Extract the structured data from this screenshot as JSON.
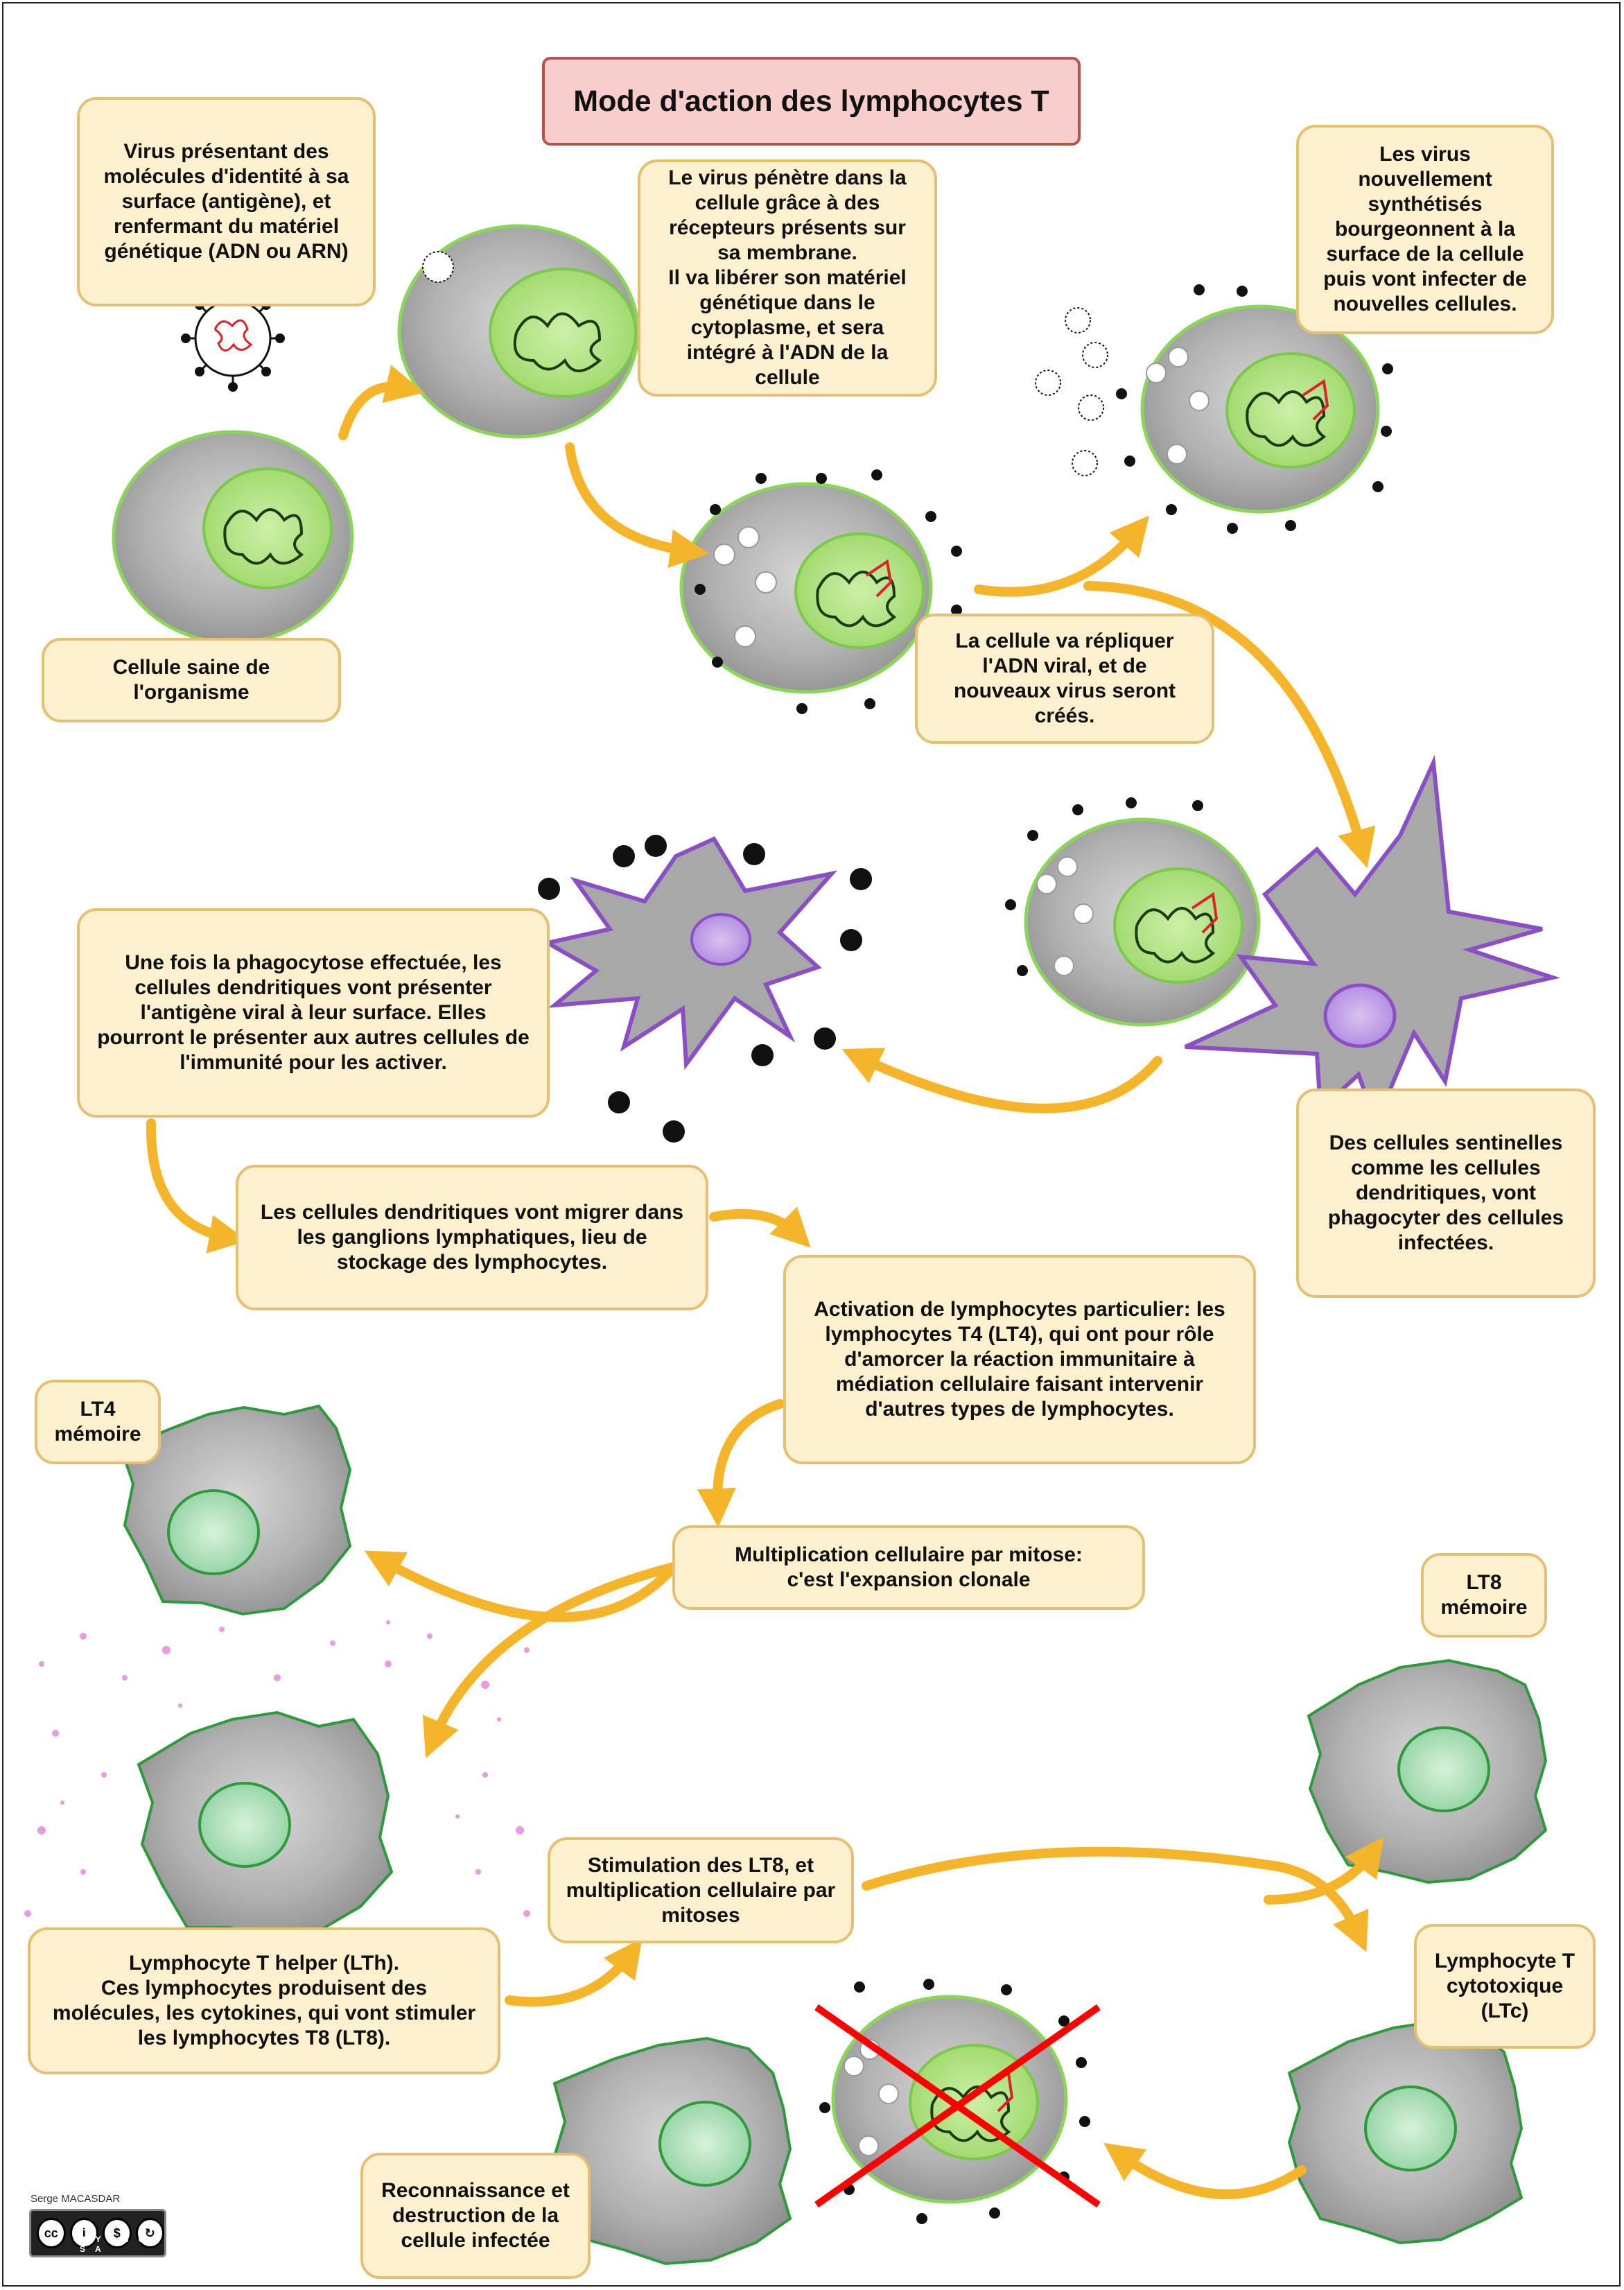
{
  "title": "Mode d'action des lymphocytes T",
  "boxes": {
    "virus": "Virus présentant des molécules d'identité à sa surface (antigène), et renfermant du matériel génétique (ADN ou ARN)",
    "healthy": "Cellule saine de l'organisme",
    "entry": "Le virus pénètre dans la cellule grâce à des récepteurs présents sur sa membrane.\nIl va libérer son matériel génétique dans le cytoplasme, et sera intégré à l'ADN de la cellule",
    "budding": "Les virus nouvellement synthétisés bourgeonnent à la surface de la cellule puis vont infecter de nouvelles cellules.",
    "replicate": "La cellule va répliquer l'ADN viral, et de nouveaux virus seront créés.",
    "presentation": "Une fois la phagocytose effectuée, les cellules dendritiques vont présenter l'antigène viral à leur surface. Elles pourront le présenter aux autres cellules de l'immunité pour les activer.",
    "sentinel": "Des cellules sentinelles comme les cellules dendritiques, vont phagocyter des cellules infectées.",
    "migration": "Les cellules dendritiques vont migrer dans les ganglions lymphatiques, lieu de stockage des lymphocytes.",
    "activation": "Activation de lymphocytes particulier: les lymphocytes T4 (LT4), qui ont pour rôle d'amorcer la réaction immunitaire à médiation cellulaire faisant intervenir d'autres types de lymphocytes.",
    "lt4_memory": "LT4\nmémoire",
    "mitosis": "Multiplication cellulaire par mitose:\nc'est l'expansion clonale",
    "lt8_memory": "LT8\nmémoire",
    "stimulation": "Stimulation des LT8, et multiplication cellulaire par mitoses",
    "lth": "Lymphocyte T helper (LTh).\nCes lymphocytes produisent des molécules, les cytokines, qui vont stimuler les lymphocytes T8 (LT8).",
    "ltc": "Lymphocyte T cytotoxique (LTc)",
    "destruction": "Reconnaissance et destruction de la cellule infectée"
  },
  "author": "Serge MACASDAR",
  "license": {
    "icons": [
      "cc",
      "by",
      "nc",
      "sa"
    ],
    "labels": "BY NC SA"
  },
  "colors": {
    "box_fill": "#fdf0cf",
    "box_border": "#e3c072",
    "title_fill": "#f8cecc",
    "title_border": "#b85450",
    "arrow": "#f5b52a",
    "cell_gray": "#a5a5a5",
    "nucleus_green": "#b7e38c",
    "dendritic_border": "#8a4fc4",
    "lymphocyte_border": "#2e9a3c",
    "cross": "#ff0000"
  }
}
